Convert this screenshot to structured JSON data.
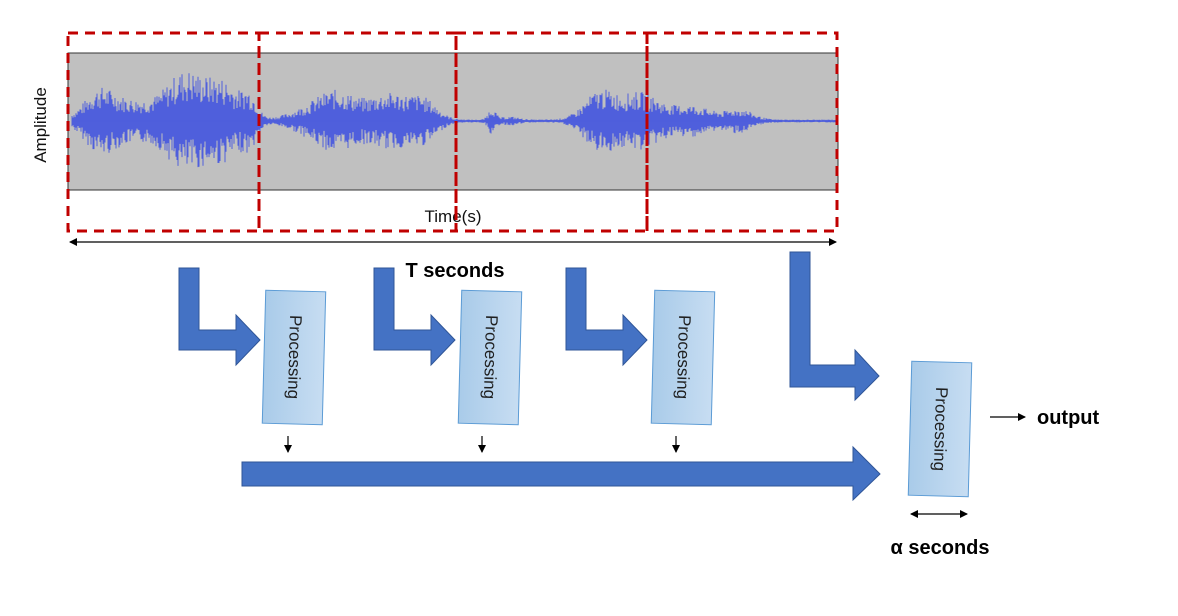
{
  "plot": {
    "ylabel": "Amplitude",
    "xlabel": "Time(s)"
  },
  "labels": {
    "duration": "T seconds",
    "latency": "α seconds",
    "output": "output",
    "processing": "Processing"
  },
  "colors": {
    "plot_background": "#c0c0c0",
    "waveform": "#4f5fdc",
    "segment_border": "#c00000",
    "block_arrow": "#4472c4",
    "processing_box_fill": "#9dc3e6",
    "processing_box_border": "#5b9bd5"
  },
  "segments": 4,
  "processing_blocks": 4
}
